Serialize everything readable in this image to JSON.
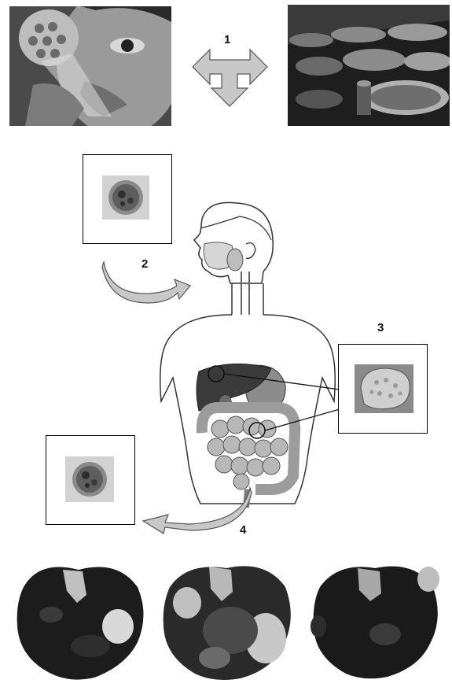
{
  "steps": {
    "s1": "1",
    "s2": "2",
    "s3": "3",
    "s4": "4"
  },
  "icons": [
    "four-way-arrow-icon",
    "curved-arrow-icon"
  ],
  "colors": {
    "arrow_fill": "#c8c8c8",
    "liver": "#3a3a3a",
    "intestine": "#b8b8b8",
    "stomach": "#8c8c8c"
  }
}
